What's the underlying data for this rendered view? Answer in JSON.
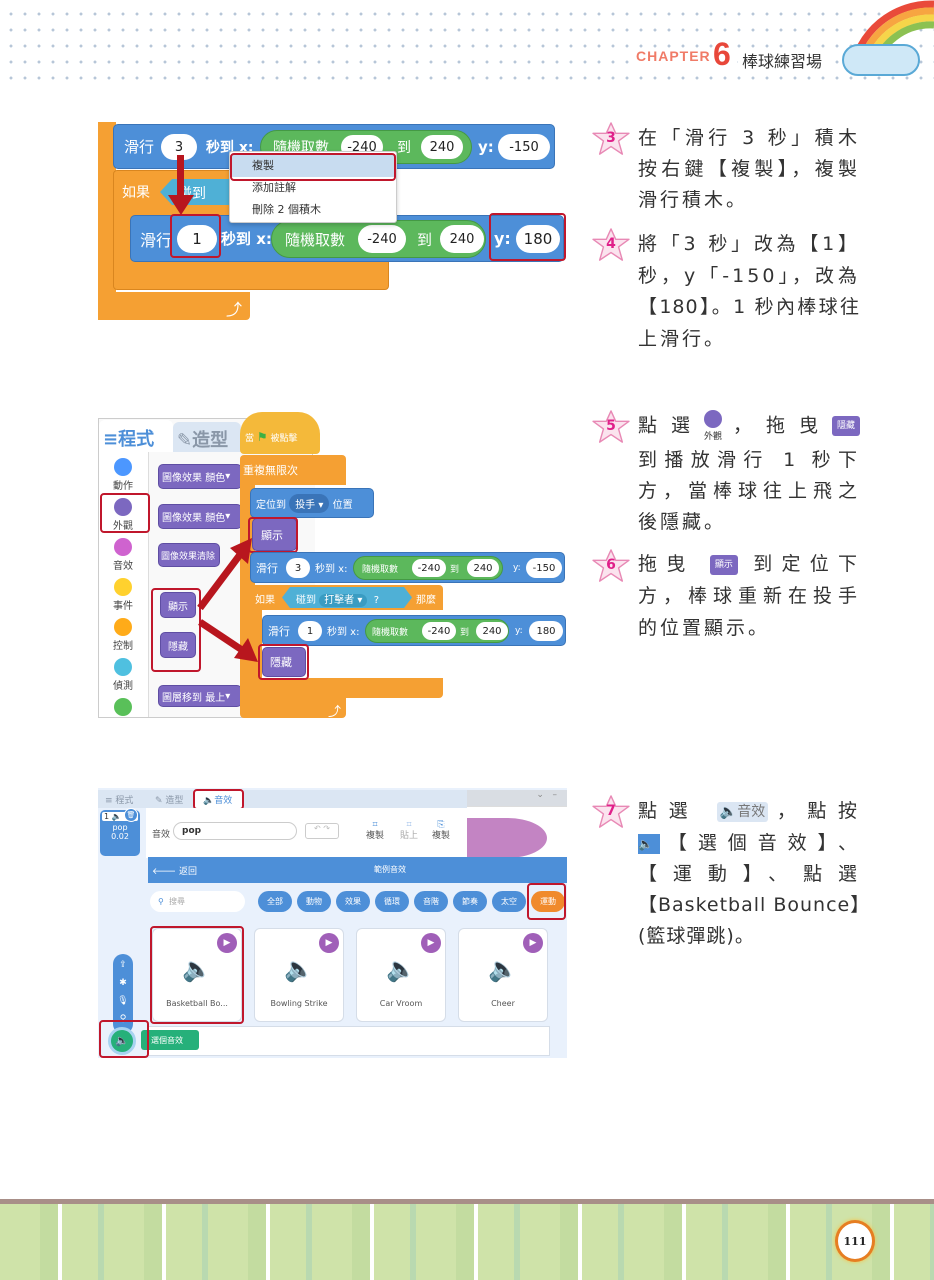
{
  "header": {
    "chapter_label": "CHAPTER",
    "chapter_number": "6",
    "chapter_title": "棒球練習場"
  },
  "fig1": {
    "block1": {
      "glide": "滑行",
      "secs": "3",
      "to_x": "秒到 x:",
      "random": "隨機取數",
      "from": "-240",
      "to": "到",
      "to_val": "240",
      "y_label": "y:",
      "y_val": "-150"
    },
    "if_label": "如果",
    "touch": "碰到",
    "block2": {
      "glide": "滑行",
      "secs": "1",
      "to_x": "秒到 x:",
      "random": "隨機取數",
      "from": "-240",
      "to": "到",
      "to_val": "240",
      "y_label": "y:",
      "y_val": "180"
    },
    "context_menu": [
      "複製",
      "添加註解",
      "刪除 2 個積木"
    ]
  },
  "fig2": {
    "tabs": [
      "程式",
      "造型"
    ],
    "categories": [
      "動作",
      "外觀",
      "音效",
      "事件",
      "控制",
      "偵測"
    ],
    "category_colors": [
      "#4c97ff",
      "#7c68c0",
      "#cf63cf",
      "#ffbf00",
      "#ffab19",
      "#5cb1d6",
      "#59c059"
    ],
    "palette": [
      "圖像效果",
      "顏色",
      "圖像效果",
      "顏色",
      "圖像效果清除",
      "顯示",
      "隱藏",
      "圖層移到",
      "最上"
    ],
    "script": {
      "when": "當",
      "clicked": "被點擊",
      "forever": "重複無限次",
      "goto": "定位到",
      "goto_target": "投手",
      "position": "位置",
      "show": "顯示",
      "glide1": {
        "glide": "滑行",
        "secs": "3",
        "to_x": "秒到 x:",
        "random": "隨機取數",
        "from": "-240",
        "to": "到",
        "to_val": "240",
        "y_label": "y:",
        "y_val": "-150"
      },
      "if_label": "如果",
      "touch": "碰到",
      "touch_target": "打擊者",
      "question": "?",
      "then": "那麼",
      "glide2": {
        "glide": "滑行",
        "secs": "1",
        "to_x": "秒到 x:",
        "random": "隨機取數",
        "from": "-240",
        "to": "到",
        "to_val": "240",
        "y_label": "y:",
        "y_val": "180"
      },
      "hide": "隱藏"
    }
  },
  "fig3": {
    "tabs": [
      "程式",
      "造型",
      "音效"
    ],
    "sound_item": {
      "index": "1",
      "name": "pop",
      "duration": "0.02"
    },
    "sound_label": "音效",
    "sound_name": "pop",
    "tools": [
      "複製",
      "貼上",
      "複製"
    ],
    "back": "返回",
    "library_title": "範例音效",
    "search_placeholder": "搜尋",
    "filters": [
      "全部",
      "動物",
      "效果",
      "循環",
      "音階",
      "節奏",
      "太空",
      "運動"
    ],
    "sounds": [
      "Basketball Bo...",
      "Bowling Strike",
      "Car Vroom",
      "Cheer"
    ],
    "choose_tooltip": "選個音效"
  },
  "steps": {
    "s3": {
      "num": "3",
      "lines": [
        "在「滑行 3 秒」積木",
        "按右鍵【複製】，複製",
        "滑行積木。"
      ]
    },
    "s4": {
      "num": "4",
      "lines": [
        "將「3 秒」改為【1】",
        "秒，y「-150」，改為",
        "【180】。1 秒內棒球往",
        "上滑行。"
      ]
    },
    "s5": {
      "num": "5",
      "l1a": "點選",
      "icon_label": "外觀",
      "l1b": "，拖曳",
      "block": "隱藏",
      "lines": [
        "到播放滑行 1 秒下",
        "方，當棒球往上飛之",
        "後隱藏。"
      ]
    },
    "s6": {
      "num": "6",
      "l1a": "拖曳",
      "block": "顯示",
      "l1b": "到定位下",
      "lines": [
        "方，棒球重新在投手",
        "的位置顯示。"
      ]
    },
    "s7": {
      "num": "7",
      "l1a": "點選",
      "tab": "音效",
      "l1b": "，點按",
      "l2": "【選個音效】、",
      "lines": [
        "【運動】、點選",
        "【Basketball Bounce】",
        "(籃球彈跳)。"
      ]
    }
  },
  "page_number": "111"
}
